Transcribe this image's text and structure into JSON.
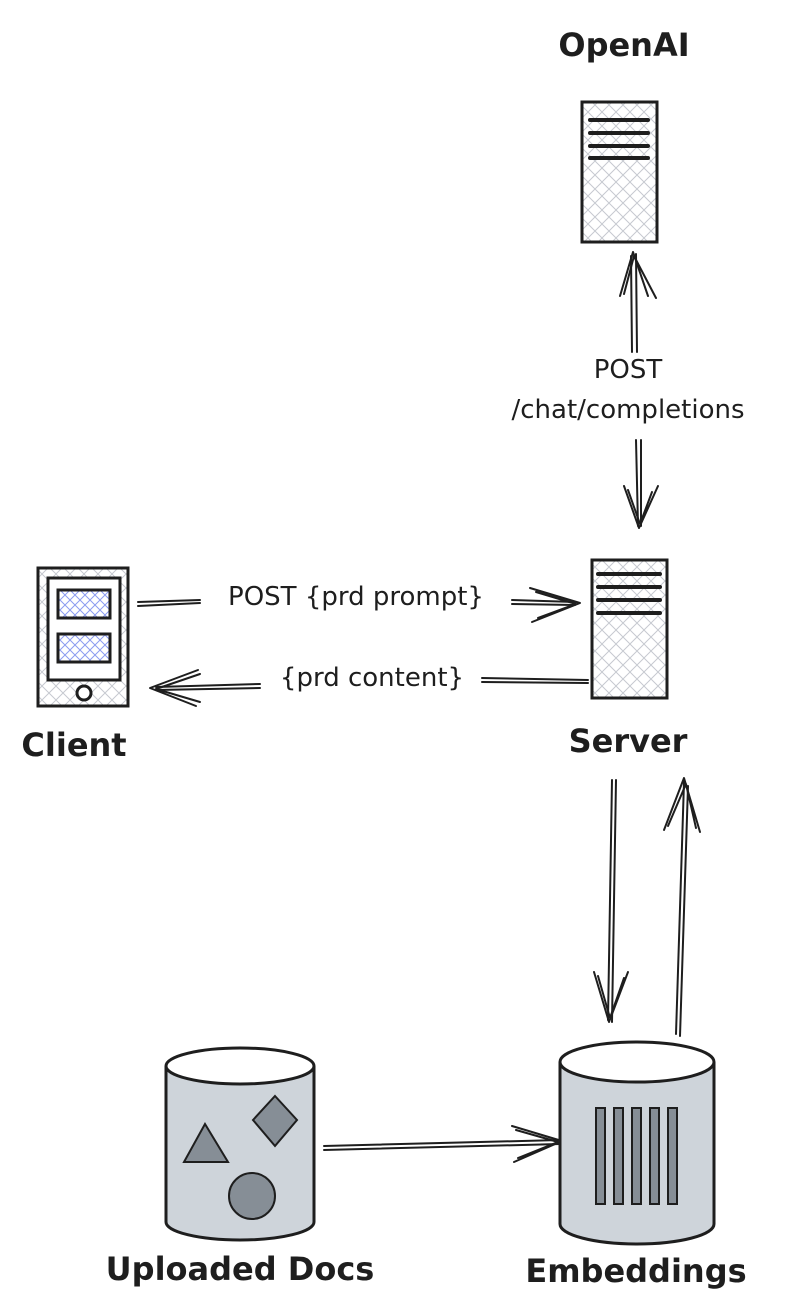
{
  "nodes": {
    "openai": {
      "label": "OpenAI",
      "icon": "server-icon"
    },
    "client": {
      "label": "Client",
      "icon": "phone-icon"
    },
    "server": {
      "label": "Server",
      "icon": "server-icon"
    },
    "uploaded_docs": {
      "label": "Uploaded Docs",
      "icon": "database-shapes-icon"
    },
    "embeddings": {
      "label": "Embeddings",
      "icon": "database-vectors-icon"
    }
  },
  "edges": {
    "server_openai": {
      "line1": "POST",
      "line2": "/chat/completions"
    },
    "client_to_server": {
      "label": "POST {prd prompt}"
    },
    "server_to_client": {
      "label": "{prd content}"
    }
  },
  "colors": {
    "ink": "#1e1e1e",
    "hatch": "#c6c9d0",
    "cylinder_fill": "#ced4da",
    "shape_fill": "#868e96",
    "screen_hatch": "#8c9cf0"
  }
}
